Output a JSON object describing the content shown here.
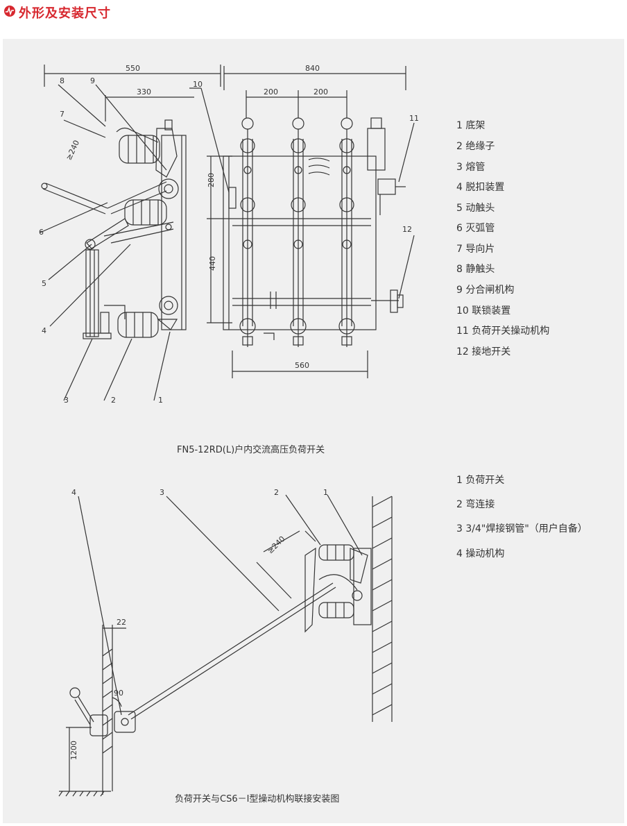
{
  "header": {
    "title": "外形及安装尺寸"
  },
  "figure1": {
    "caption": "FN5-12RD(L)户内交流高压负荷开关",
    "dimensions": {
      "d550": "550",
      "d330": "330",
      "d240": "≥240",
      "d840": "840",
      "d200a": "200",
      "d200b": "200",
      "d280": "280",
      "d440": "440",
      "d560": "560"
    },
    "callouts": [
      "1",
      "2",
      "3",
      "4",
      "5",
      "6",
      "7",
      "8",
      "9",
      "10",
      "11",
      "12"
    ],
    "legend": [
      "1 底架",
      "2 绝缘子",
      "3 熔管",
      "4 脱扣装置",
      "5 动触头",
      "6 灭弧管",
      "7 导向片",
      "8 静触头",
      "9 分合闸机构",
      "10 联锁装置",
      "11 负荷开关操动机构",
      "12 接地开关"
    ]
  },
  "figure2": {
    "caption": "负荷开关与CS6－Ⅰ型操动机构联接安装图",
    "dimensions": {
      "d240": "≥240",
      "d22": "22",
      "d90": "90",
      "d1200": "1200"
    },
    "callouts": [
      "1",
      "2",
      "3",
      "4"
    ],
    "legend": [
      "1 负荷开关",
      "2 弯连接",
      "3 3/4\"焊接钢管\"（用户自备）",
      "4 操动机构"
    ]
  },
  "colors": {
    "accent": "#d7282f",
    "panel": "#f0f0f0",
    "line": "#333333"
  }
}
